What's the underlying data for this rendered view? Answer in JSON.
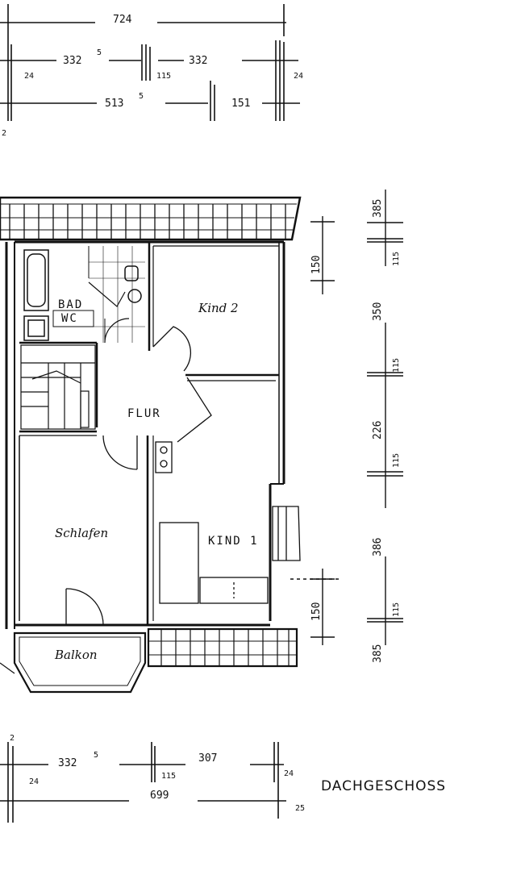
{
  "plan": {
    "title": "DACHGESCHOSS",
    "rooms": {
      "bad": "BAD",
      "wc": "WC",
      "kind2": "Kind 2",
      "flur": "FLUR",
      "schlafen": "Schlafen",
      "kind1": "KIND 1",
      "balkon": "Balkon"
    },
    "top_dims": {
      "d724": "724",
      "d3325": "332",
      "d3325_sup": "5",
      "d332": "332",
      "d24a": "24",
      "d115": "115",
      "d24b": "24",
      "d5135": "513",
      "d5135_sup": "5",
      "d151": "151",
      "d2": "2"
    },
    "right_dims": {
      "d385a": "385",
      "d150a": "150",
      "d115a": "115",
      "d350": "350",
      "d115b": "115",
      "d226": "226",
      "d115c": "115",
      "d386": "386",
      "d150b": "150",
      "d115d": "115",
      "d385b": "385"
    },
    "bottom_dims": {
      "d2": "2",
      "d3325": "332",
      "d3325_sup": "5",
      "d24": "24",
      "d115": "115",
      "d307": "307",
      "d699": "699",
      "d24b": "24",
      "d25": "25"
    }
  }
}
